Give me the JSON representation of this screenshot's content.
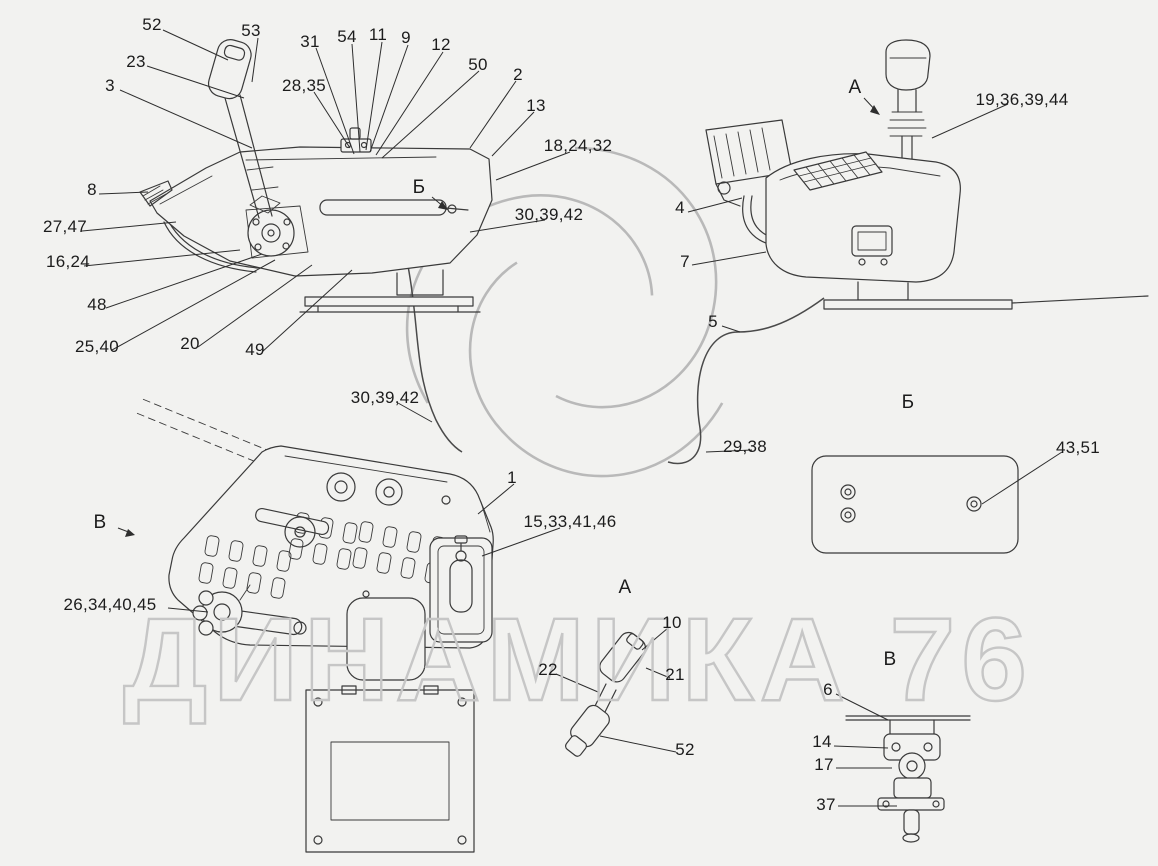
{
  "colors": {
    "background": "#f2f2f0",
    "line": "#3a3a3a",
    "watermark": "#c6c6c6"
  },
  "watermark": {
    "text": "ДИНАМИКА 76"
  },
  "callouts": [
    "52",
    "23",
    "3",
    "53",
    "28,35",
    "31",
    "54",
    "11",
    "9",
    "12",
    "50",
    "2",
    "13",
    "18,24,32",
    "Б",
    "30,39,42",
    "8",
    "27,47",
    "16,24",
    "48",
    "25,40",
    "20",
    "49",
    "А",
    "19,36,39,44",
    "4",
    "7",
    "5",
    "30,39,42",
    "29,38",
    "Б",
    "43,51",
    "В",
    "26,34,40,45",
    "1",
    "15,33,41,46",
    "А",
    "10",
    "22",
    "21",
    "52",
    "В",
    "6",
    "14",
    "17",
    "37"
  ]
}
